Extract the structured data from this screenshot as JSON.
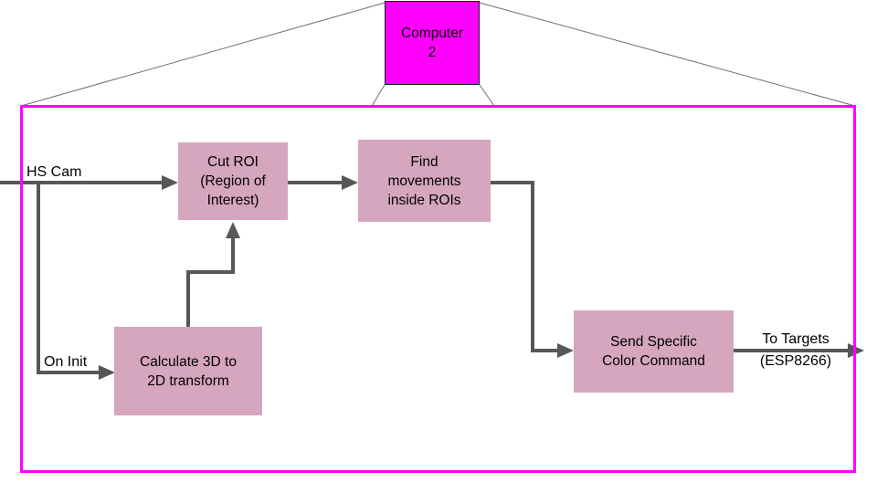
{
  "colors": {
    "magenta": "#ff00ff",
    "node-fill": "#d5a6bd",
    "arrow": "#575757",
    "thin-line": "#707070",
    "computer-border": "#1a1a1a",
    "text": "#000000"
  },
  "computer_node": {
    "lines": [
      "Computer",
      "2"
    ]
  },
  "nodes": {
    "cut_roi": {
      "lines": [
        "Cut ROI",
        "(Region of",
        "Interest)"
      ]
    },
    "find_movements": {
      "lines": [
        "Find",
        "movements",
        "inside ROIs"
      ]
    },
    "calculate_transform": {
      "lines": [
        "Calculate 3D to",
        "2D transform"
      ]
    },
    "send_color": {
      "lines": [
        "Send Specific",
        "Color Command"
      ]
    }
  },
  "edge_labels": {
    "hs_cam": "HS Cam",
    "on_init": "On Init",
    "to_targets": {
      "lines": [
        "To Targets",
        "(ESP8266)"
      ]
    }
  }
}
